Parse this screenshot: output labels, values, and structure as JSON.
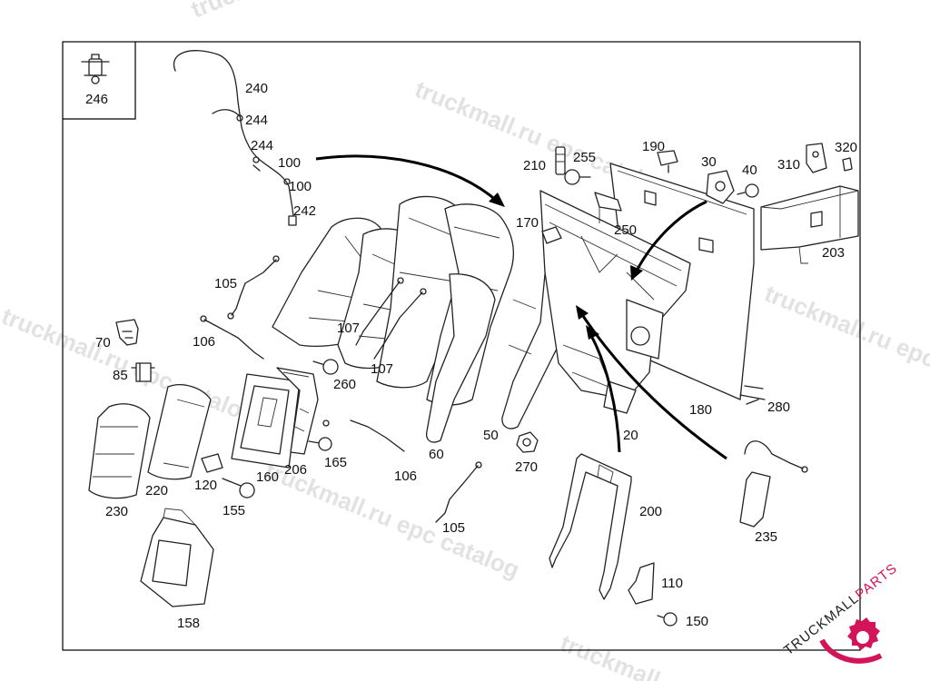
{
  "watermark_text": "truckmall.ru epc catalog",
  "watermark_text_short": "truckmall",
  "logo": {
    "part1": "TRUCKMALL",
    "part2": "PARTS",
    "color": "#d4145a"
  },
  "frame": {
    "stroke": "#000000"
  },
  "labels": [
    {
      "id": "246",
      "text": "246"
    },
    {
      "id": "240",
      "text": "240"
    },
    {
      "id": "244a",
      "text": "244"
    },
    {
      "id": "244b",
      "text": "244"
    },
    {
      "id": "100a",
      "text": "100"
    },
    {
      "id": "100b",
      "text": "100"
    },
    {
      "id": "242",
      "text": "242"
    },
    {
      "id": "210",
      "text": "210"
    },
    {
      "id": "255",
      "text": "255"
    },
    {
      "id": "190",
      "text": "190"
    },
    {
      "id": "30",
      "text": "30"
    },
    {
      "id": "40",
      "text": "40"
    },
    {
      "id": "310",
      "text": "310"
    },
    {
      "id": "320",
      "text": "320"
    },
    {
      "id": "170",
      "text": "170"
    },
    {
      "id": "250",
      "text": "250"
    },
    {
      "id": "203",
      "text": "203"
    },
    {
      "id": "105a",
      "text": "105"
    },
    {
      "id": "70",
      "text": "70"
    },
    {
      "id": "106a",
      "text": "106"
    },
    {
      "id": "107a",
      "text": "107"
    },
    {
      "id": "107b",
      "text": "107"
    },
    {
      "id": "85",
      "text": "85"
    },
    {
      "id": "260",
      "text": "260"
    },
    {
      "id": "180",
      "text": "180"
    },
    {
      "id": "280",
      "text": "280"
    },
    {
      "id": "20",
      "text": "20"
    },
    {
      "id": "50",
      "text": "50"
    },
    {
      "id": "60",
      "text": "60"
    },
    {
      "id": "165",
      "text": "165"
    },
    {
      "id": "206",
      "text": "206"
    },
    {
      "id": "106b",
      "text": "106"
    },
    {
      "id": "270",
      "text": "270"
    },
    {
      "id": "230",
      "text": "230"
    },
    {
      "id": "220",
      "text": "220"
    },
    {
      "id": "120",
      "text": "120"
    },
    {
      "id": "160",
      "text": "160"
    },
    {
      "id": "155",
      "text": "155"
    },
    {
      "id": "105b",
      "text": "105"
    },
    {
      "id": "200",
      "text": "200"
    },
    {
      "id": "235",
      "text": "235"
    },
    {
      "id": "110",
      "text": "110"
    },
    {
      "id": "150",
      "text": "150"
    },
    {
      "id": "158",
      "text": "158"
    }
  ]
}
